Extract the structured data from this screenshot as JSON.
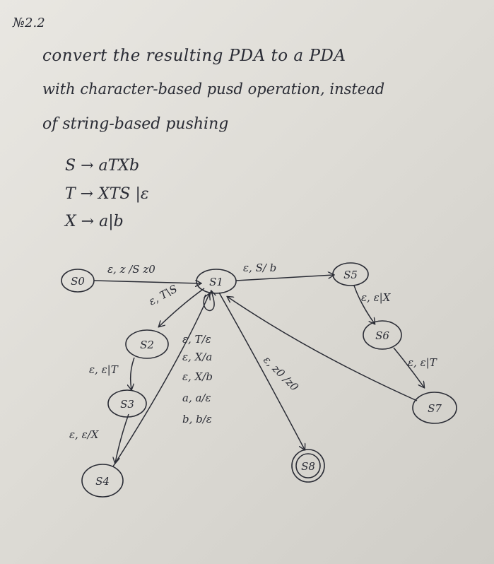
{
  "heading": "№2.2",
  "problem": {
    "line1": "convert the resulting PDA to a PDA",
    "line2": "with character-based pusd operation, instead",
    "line3": "of string-based pushing"
  },
  "grammar": [
    "S → aTXb",
    "T → XTS |ε",
    "X → a|b"
  ],
  "states": [
    {
      "id": "s0",
      "label": "S0"
    },
    {
      "id": "s1",
      "label": "S1"
    },
    {
      "id": "s2",
      "label": "S2"
    },
    {
      "id": "s3",
      "label": "S3"
    },
    {
      "id": "s4",
      "label": "S4"
    },
    {
      "id": "s5",
      "label": "S5"
    },
    {
      "id": "s6",
      "label": "S6"
    },
    {
      "id": "s7",
      "label": "S7"
    },
    {
      "id": "s8",
      "label": "S8"
    }
  ],
  "transitions": {
    "s0_s1": "ε, z /S z0",
    "s1_s5": "ε, S/ b",
    "s1_s2": "ε, T\\S",
    "s2_s3": "ε, ε|T",
    "s3_s4": "ε, ε/X",
    "s5_s6": "ε, ε|X",
    "s6_s7": "ε, ε|T",
    "s1_s8": "ε, z0 /z0",
    "loop": [
      "ε, T/ε",
      "ε, X/a",
      "ε, X/b",
      "a, a/ε",
      "b, b/ε"
    ]
  },
  "colors": {
    "ink": "#2a2c35",
    "paper": "#e4e2dd"
  }
}
